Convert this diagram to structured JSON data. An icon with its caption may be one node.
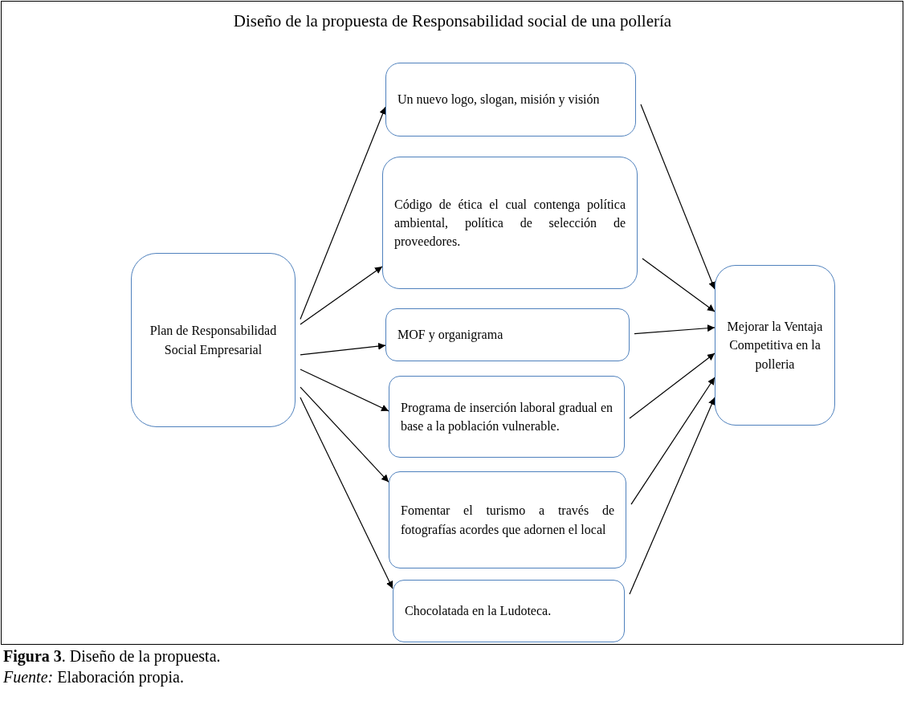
{
  "diagram": {
    "title": "Diseño de la propuesta de Responsabilidad social de una pollería",
    "caption": "**Figura 3**. Diseño de la propuesta.",
    "nodes": [
      {
        "text": [
          "Plan de Responsabilidad Social Empresarial"
        ]
      },
      {
        "text": [
          "Un nuevo logo, slogan, misión y visión"
        ]
      },
      {
        "text": [
          "Código de ética el cual contenga política ambiental, política de selección de proveedores."
        ]
      },
      {
        "text": [
          "MOF y organigrama"
        ]
      },
      {
        "text": [
          "Programa de inserción laboral gradual en base a la población vulnerable."
        ]
      },
      {
        "text": [
          "Fomentar el turismo a través de fotografías acordes que adornen el local"
        ]
      },
      {
        "text": [
          "Chocolatada en la Ludoteca."
        ]
      },
      {
        "text": [
          "Mejorar la Ventaja Competitiva en la polleria"
        ]
      }
    ],
    "edges": [
      {
        "from": 0,
        "to": 1,
        "arrow": "to"
      },
      {
        "from": 0,
        "to": 2,
        "arrow": "to"
      },
      {
        "from": 0,
        "to": 3,
        "arrow": "to"
      },
      {
        "from": 0,
        "to": 4,
        "arrow": "to"
      },
      {
        "from": 0,
        "to": 5,
        "arrow": "to"
      },
      {
        "from": 0,
        "to": 6,
        "arrow": "to"
      },
      {
        "from": 1,
        "to": 7,
        "arrow": "to"
      },
      {
        "from": 2,
        "to": 7,
        "arrow": "to"
      },
      {
        "from": 3,
        "to": 7,
        "arrow": "to"
      },
      {
        "from": 4,
        "to": 7,
        "arrow": "to"
      },
      {
        "from": 5,
        "to": 7,
        "arrow": "to"
      },
      {
        "from": 6,
        "to": 7,
        "arrow": "to"
      }
    ],
    "labels": [
      "*Fuente:* Elaboración propia."
    ]
  }
}
